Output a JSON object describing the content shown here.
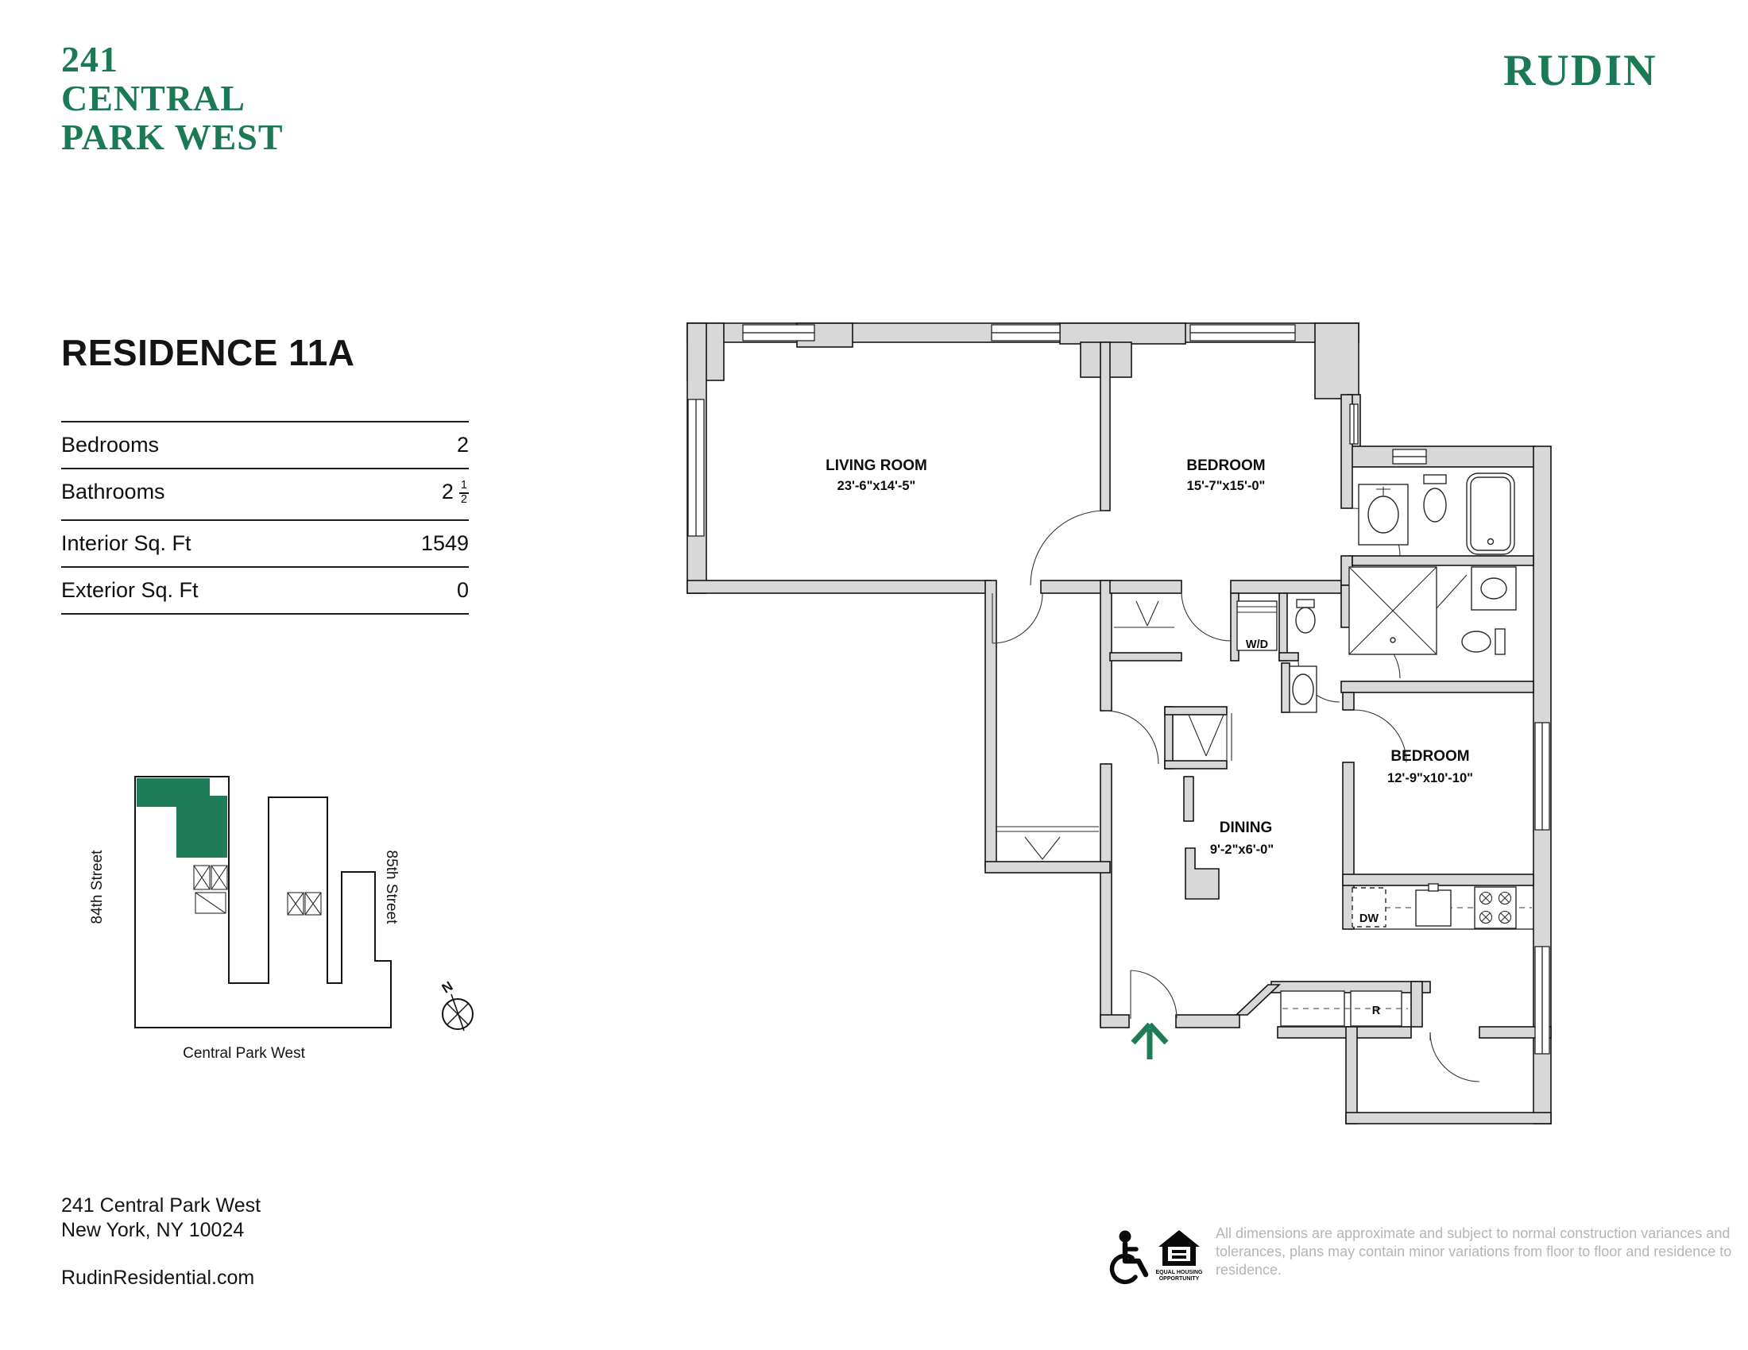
{
  "brand": {
    "building_logo_lines": [
      "241",
      "CENTRAL",
      "PARK WEST"
    ],
    "company_logo": "RUDIN",
    "brand_green": "#1b7a55",
    "map_green": "#1f7c58"
  },
  "residence": {
    "title": "RESIDENCE 11A",
    "specs": [
      {
        "label": "Bedrooms",
        "value": "2"
      },
      {
        "label": "Bathrooms",
        "value": "2",
        "fraction": {
          "num": "1",
          "den": "2"
        }
      },
      {
        "label": "Interior Sq. Ft",
        "value": "1549"
      },
      {
        "label": "Exterior Sq. Ft",
        "value": "0"
      }
    ]
  },
  "floor_plan": {
    "rooms": [
      {
        "name": "LIVING ROOM",
        "dims": "23'-6\"x14'-5\""
      },
      {
        "name": "BEDROOM",
        "dims": "15'-7\"x15'-0\""
      },
      {
        "name": "BEDROOM",
        "dims": "12'-9\"x10'-10\""
      },
      {
        "name": "DINING",
        "dims": "9'-2\"x6'-0\""
      }
    ],
    "appliances": [
      {
        "label": "W/D"
      },
      {
        "label": "DW"
      },
      {
        "label": "R"
      }
    ]
  },
  "site_map": {
    "streets": {
      "left": "84th Street",
      "right": "85th Street",
      "bottom": "Central Park West"
    },
    "compass_label": "N"
  },
  "footer": {
    "address_line1": "241 Central Park West",
    "address_line2": "New York, NY 10024",
    "website": "RudinResidential.com",
    "equal_housing_caption_line1": "EQUAL HOUSING",
    "equal_housing_caption_line2": "OPPORTUNITY",
    "disclaimer_lines": [
      "All dimensions are approximate and subject to normal construction variances and",
      "tolerances, plans may contain minor variations from floor to floor and residence to",
      "residence."
    ]
  }
}
